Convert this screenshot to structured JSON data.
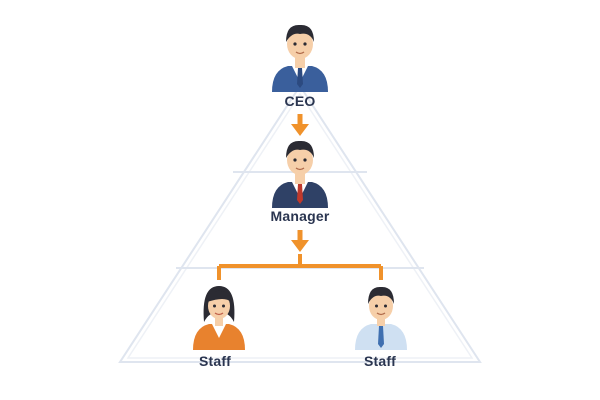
{
  "nodes": {
    "ceo": {
      "label": "CEO"
    },
    "manager": {
      "label": "Manager"
    },
    "staff_left": {
      "label": "Staff"
    },
    "staff_right": {
      "label": "Staff"
    }
  },
  "colors": {
    "pyramid_outline": "#dde3ee",
    "pyramid_fill": "#ffffff",
    "connector": "#f0922b",
    "ceo_suit": "#3a5f9c",
    "manager_suit": "#2f4166",
    "manager_tie": "#c0392b",
    "staff_left_jacket": "#e8822e",
    "staff_right_shirt": "#cfe0f2",
    "staff_right_tie": "#3f6fb0",
    "skin": "#f6cfa9",
    "hair": "#2b2b33",
    "label_text": "#2a3550"
  }
}
